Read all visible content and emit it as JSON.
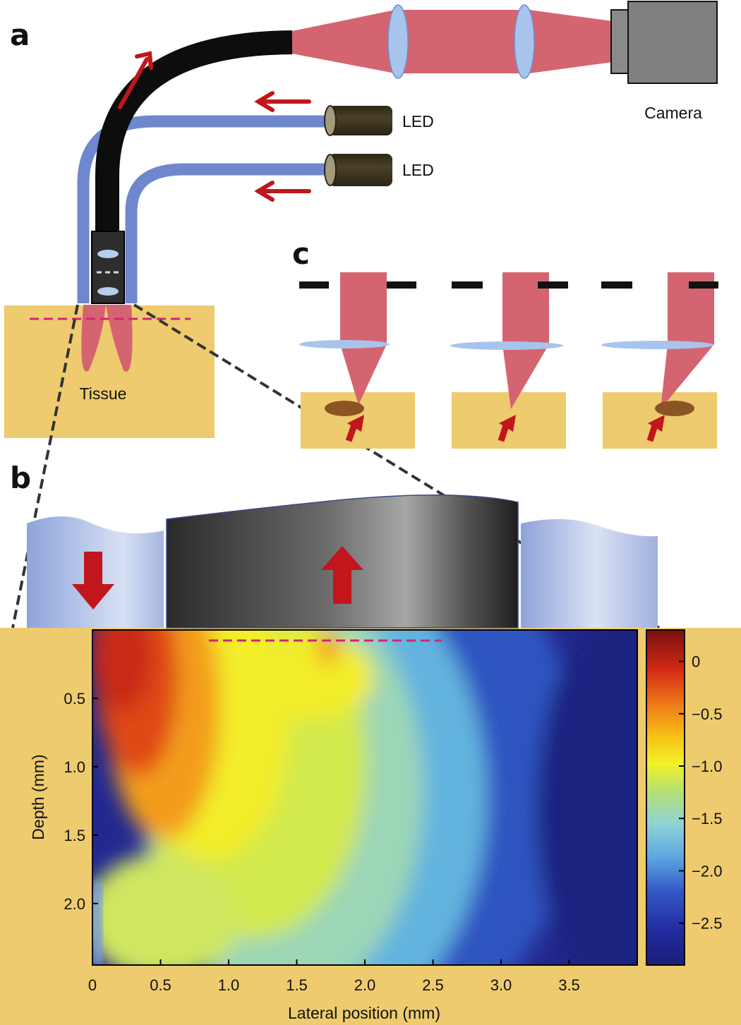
{
  "panels": {
    "a": "a",
    "b": "b",
    "c": "c"
  },
  "labels": {
    "camera": "Camera",
    "led_top": "LED",
    "led_bottom": "LED",
    "tissue": "Tissue"
  },
  "colors": {
    "tissue": "#eecb6e",
    "beam": "#d46570",
    "fiber_light": "#6f87cf",
    "fiber_imaging": "#0d0d0d",
    "arrow": "#c0161c",
    "lens": "#a8c4ec",
    "led_body": "#3d3520",
    "camera": "#808080",
    "focal_line": "#d4237a",
    "absorber": "#8a5522"
  },
  "heatmap": {
    "xlabel": "Lateral position (mm)",
    "ylabel": "Depth (mm)",
    "x_ticks": [
      "0",
      "0.5",
      "1.0",
      "1.5",
      "2.0",
      "2.5",
      "3.0",
      "3.5"
    ],
    "y_ticks": [
      "0.5",
      "1.0",
      "1.5",
      "2.0"
    ],
    "colorbar_ticks": [
      "0",
      "−0.5",
      "−1.0",
      "−1.5",
      "−2.0",
      "−2.5"
    ]
  },
  "chart_data": {
    "type": "heatmap",
    "xlabel": "Lateral position (mm)",
    "ylabel": "Depth (mm)",
    "xlim": [
      0,
      4.0
    ],
    "ylim": [
      2.45,
      0
    ],
    "x_ticks": [
      0,
      0.5,
      1.0,
      1.5,
      2.0,
      2.5,
      3.0,
      3.5
    ],
    "y_ticks": [
      0.5,
      1.0,
      1.5,
      2.0
    ],
    "colorbar": {
      "range": [
        -2.9,
        0.3
      ],
      "ticks": [
        0,
        -0.5,
        -1.0,
        -1.5,
        -2.0,
        -2.5
      ],
      "colormap": "jet"
    },
    "pattern_note": "log intensity: high near x 0-0.5 mm (red), ~-1.0 (yellow) across 0.5-2.0 mm, falling to ~-2.7 (blue) beyond 2.5 mm; hot spot near x 1.75 mm close to surface",
    "focal_plane_depth": 0.08,
    "focal_plane_x": [
      0.85,
      2.55
    ]
  }
}
